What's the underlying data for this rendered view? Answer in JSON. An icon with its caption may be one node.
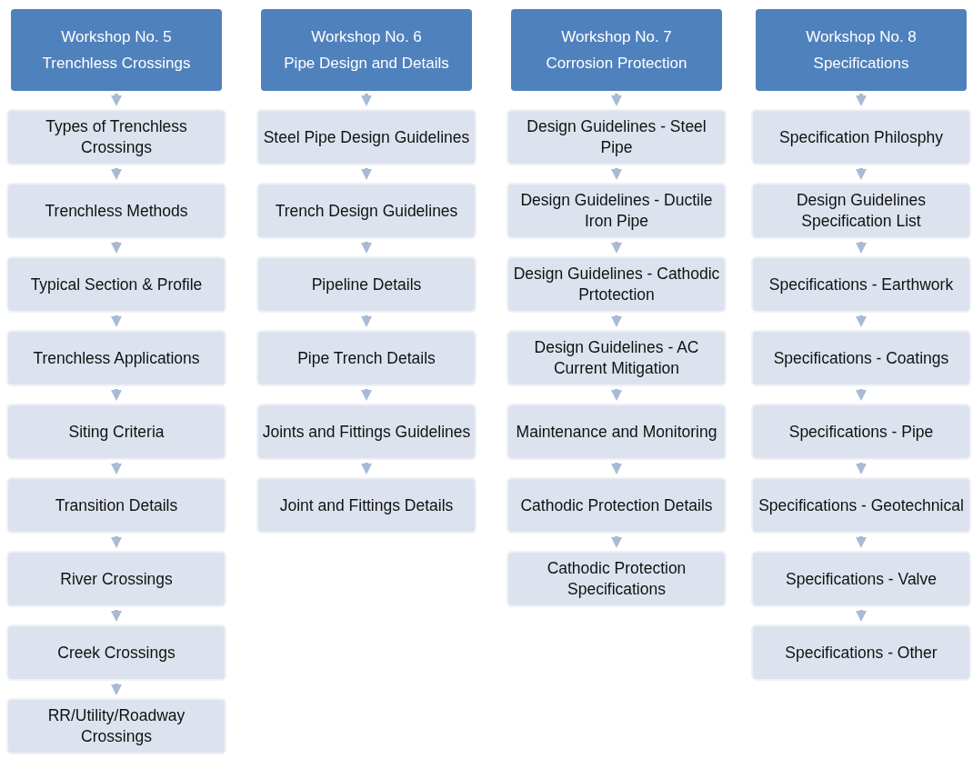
{
  "diagram": {
    "nodes": [
      {
        "text": [
          "Workshop No. 5",
          "Trenchless Crossings"
        ]
      },
      {
        "text": [
          "Types of Trenchless Crossings"
        ]
      },
      {
        "text": [
          "Trenchless Methods"
        ]
      },
      {
        "text": [
          "Typical Section & Profile"
        ]
      },
      {
        "text": [
          "Trenchless Applications"
        ]
      },
      {
        "text": [
          "Siting Criteria"
        ]
      },
      {
        "text": [
          "Transition Details"
        ]
      },
      {
        "text": [
          "River Crossings"
        ]
      },
      {
        "text": [
          "Creek Crossings"
        ]
      },
      {
        "text": [
          "RR/Utility/Roadway Crossings"
        ]
      },
      {
        "text": [
          "Workshop No. 6",
          "Pipe Design and Details"
        ]
      },
      {
        "text": [
          "Steel Pipe Design Guidelines"
        ]
      },
      {
        "text": [
          "Trench Design Guidelines"
        ]
      },
      {
        "text": [
          "Pipeline Details"
        ]
      },
      {
        "text": [
          "Pipe Trench Details"
        ]
      },
      {
        "text": [
          "Joints and Fittings Guidelines"
        ]
      },
      {
        "text": [
          "Joint and Fittings Details"
        ]
      },
      {
        "text": [
          "Workshop No. 7",
          "Corrosion Protection"
        ]
      },
      {
        "text": [
          "Design Guidelines - Steel Pipe"
        ]
      },
      {
        "text": [
          "Design Guidelines - Ductile Iron Pipe"
        ]
      },
      {
        "text": [
          "Design Guidelines - Cathodic Prtotection"
        ]
      },
      {
        "text": [
          "Design Guidelines - AC Current Mitigation"
        ]
      },
      {
        "text": [
          "Maintenance and Monitoring"
        ]
      },
      {
        "text": [
          "Cathodic Protection Details"
        ]
      },
      {
        "text": [
          "Cathodic Protection Specifications"
        ]
      },
      {
        "text": [
          "Workshop No. 8",
          "Specifications"
        ]
      },
      {
        "text": [
          "Specification Philosphy"
        ]
      },
      {
        "text": [
          "Design Guidelines Specification List"
        ]
      },
      {
        "text": [
          "Specifications - Earthwork"
        ]
      },
      {
        "text": [
          "Specifications - Coatings"
        ]
      },
      {
        "text": [
          "Specifications - Pipe"
        ]
      },
      {
        "text": [
          "Specifications - Geotechnical"
        ]
      },
      {
        "text": [
          "Specifications - Valve"
        ]
      },
      {
        "text": [
          "Specifications - Other"
        ]
      }
    ],
    "edges": [
      {
        "from": 0,
        "to": 1,
        "arrow": "to"
      },
      {
        "from": 1,
        "to": 2,
        "arrow": "to"
      },
      {
        "from": 2,
        "to": 3,
        "arrow": "to"
      },
      {
        "from": 3,
        "to": 4,
        "arrow": "to"
      },
      {
        "from": 4,
        "to": 5,
        "arrow": "to"
      },
      {
        "from": 5,
        "to": 6,
        "arrow": "to"
      },
      {
        "from": 6,
        "to": 7,
        "arrow": "to"
      },
      {
        "from": 7,
        "to": 8,
        "arrow": "to"
      },
      {
        "from": 8,
        "to": 9,
        "arrow": "to"
      },
      {
        "from": 10,
        "to": 11,
        "arrow": "to"
      },
      {
        "from": 11,
        "to": 12,
        "arrow": "to"
      },
      {
        "from": 12,
        "to": 13,
        "arrow": "to"
      },
      {
        "from": 13,
        "to": 14,
        "arrow": "to"
      },
      {
        "from": 14,
        "to": 15,
        "arrow": "to"
      },
      {
        "from": 15,
        "to": 16,
        "arrow": "to"
      },
      {
        "from": 17,
        "to": 18,
        "arrow": "to"
      },
      {
        "from": 18,
        "to": 19,
        "arrow": "to"
      },
      {
        "from": 19,
        "to": 20,
        "arrow": "to"
      },
      {
        "from": 20,
        "to": 21,
        "arrow": "to"
      },
      {
        "from": 21,
        "to": 22,
        "arrow": "to"
      },
      {
        "from": 22,
        "to": 23,
        "arrow": "to"
      },
      {
        "from": 23,
        "to": 24,
        "arrow": "to"
      },
      {
        "from": 25,
        "to": 26,
        "arrow": "to"
      },
      {
        "from": 26,
        "to": 27,
        "arrow": "to"
      },
      {
        "from": 27,
        "to": 28,
        "arrow": "to"
      },
      {
        "from": 28,
        "to": 29,
        "arrow": "to"
      },
      {
        "from": 29,
        "to": 30,
        "arrow": "to"
      },
      {
        "from": 30,
        "to": 31,
        "arrow": "to"
      },
      {
        "from": 31,
        "to": 32,
        "arrow": "to"
      },
      {
        "from": 32,
        "to": 33,
        "arrow": "to"
      }
    ]
  }
}
